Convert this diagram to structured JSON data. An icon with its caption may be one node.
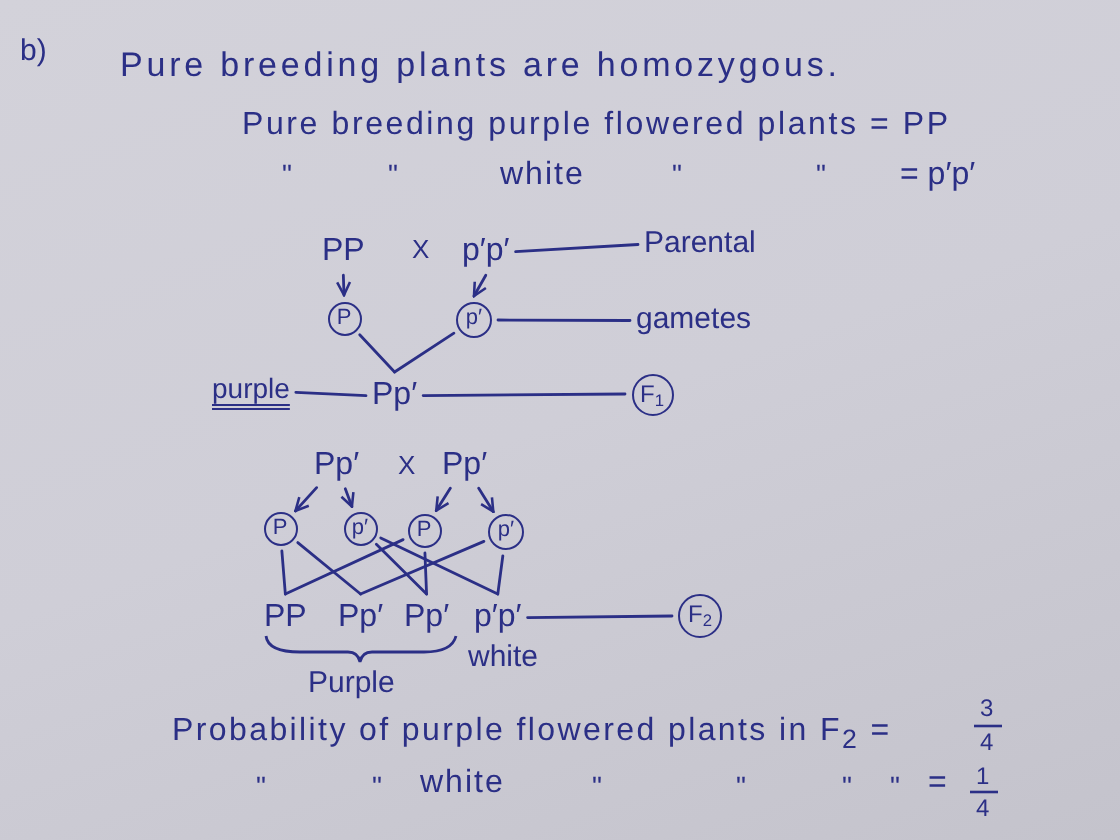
{
  "diagram": {
    "nodes": [
      {
        "text": [
          "PP"
        ]
      },
      {
        "text": [
          "p′p′"
        ]
      },
      {
        "text": [
          "Parental"
        ]
      },
      {
        "text": [
          "P"
        ]
      },
      {
        "text": [
          "p′"
        ]
      },
      {
        "text": [
          "gametes"
        ]
      },
      {
        "text": [
          "purple"
        ]
      },
      {
        "text": [
          "Pp′"
        ]
      },
      {
        "text": [
          "F$_{1}$"
        ]
      },
      {
        "text": [
          "Pp′"
        ]
      },
      {
        "text": [
          "Pp′"
        ]
      },
      {
        "text": [
          "P"
        ]
      },
      {
        "text": [
          "p′"
        ]
      },
      {
        "text": [
          "P"
        ]
      },
      {
        "text": [
          "p′"
        ]
      },
      {
        "text": [
          "PP"
        ]
      },
      {
        "text": [
          "Pp′"
        ]
      },
      {
        "text": [
          "Pp′"
        ]
      },
      {
        "text": [
          "p′p′"
        ]
      },
      {
        "text": [
          "F$_{2}$"
        ]
      }
    ],
    "edges": [
      {
        "from": 0,
        "to": 3,
        "arrow": "to"
      },
      {
        "from": 1,
        "to": 4,
        "arrow": "to"
      },
      {
        "from": 1,
        "to": 2,
        "arrow": "none"
      },
      {
        "from": 3,
        "to": 7,
        "arrow": "none"
      },
      {
        "from": 4,
        "to": 7,
        "arrow": "none"
      },
      {
        "from": 4,
        "to": 5,
        "arrow": "none"
      },
      {
        "from": 6,
        "to": 7,
        "arrow": "none"
      },
      {
        "from": 7,
        "to": 8,
        "arrow": "none"
      },
      {
        "from": 9,
        "to": 11,
        "arrow": "to"
      },
      {
        "from": 9,
        "to": 12,
        "arrow": "to"
      },
      {
        "from": 10,
        "to": 13,
        "arrow": "to"
      },
      {
        "from": 10,
        "to": 14,
        "arrow": "to"
      },
      {
        "from": 11,
        "to": 15,
        "arrow": "none"
      },
      {
        "from": 13,
        "to": 15,
        "arrow": "none"
      },
      {
        "from": 11,
        "to": 16,
        "arrow": "none"
      },
      {
        "from": 14,
        "to": 16,
        "arrow": "none"
      },
      {
        "from": 12,
        "to": 17,
        "arrow": "none"
      },
      {
        "from": 13,
        "to": 17,
        "arrow": "none"
      },
      {
        "from": 12,
        "to": 18,
        "arrow": "none"
      },
      {
        "from": 14,
        "to": 18,
        "arrow": "none"
      },
      {
        "from": 18,
        "to": 19,
        "arrow": "none"
      }
    ],
    "labels": [
      "b)",
      "Pure breeding plants are homozygous.",
      "Pure breeding purple flowered plants = PP",
      "\"",
      "\"",
      "white",
      "\"",
      "\"",
      "= p′p′",
      "X",
      "X",
      "white",
      "Purple",
      "Probability of purple flowered plants in F$_{2}$ =",
      "3",
      "4",
      "\"",
      "\"",
      "white",
      "\"",
      "\"",
      "\"",
      "\"",
      "=",
      "1",
      "4"
    ]
  }
}
